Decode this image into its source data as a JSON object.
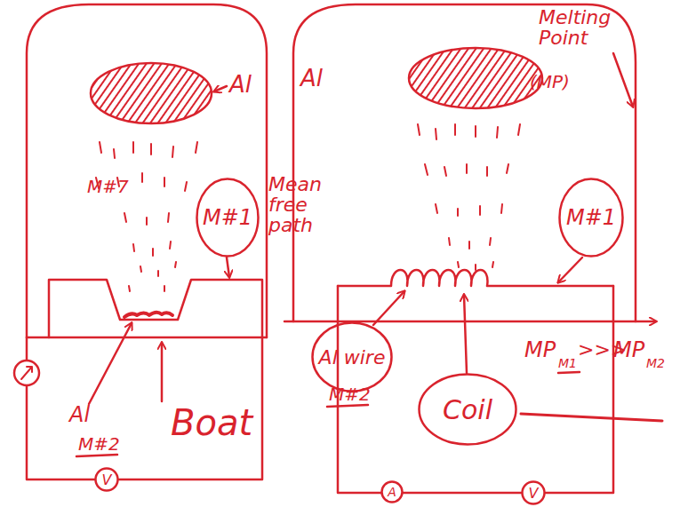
{
  "diagram": {
    "nodes": [
      {
        "text": [
          "M#1"
        ]
      },
      {
        "text": [
          "V"
        ]
      },
      {
        "text": [
          "M#1"
        ]
      },
      {
        "text": [
          "Al wire"
        ]
      },
      {
        "text": [
          "Coil"
        ]
      },
      {
        "text": [
          "A"
        ]
      },
      {
        "text": [
          "V"
        ]
      }
    ],
    "labels": [
      "Al",
      "M#7",
      "Mean free path",
      "Al",
      "M#2",
      "Boat",
      "Al",
      "Melting Point",
      "(MP)",
      "M#2",
      "MP",
      "M1",
      ">>>",
      "MP",
      "M2"
    ]
  }
}
